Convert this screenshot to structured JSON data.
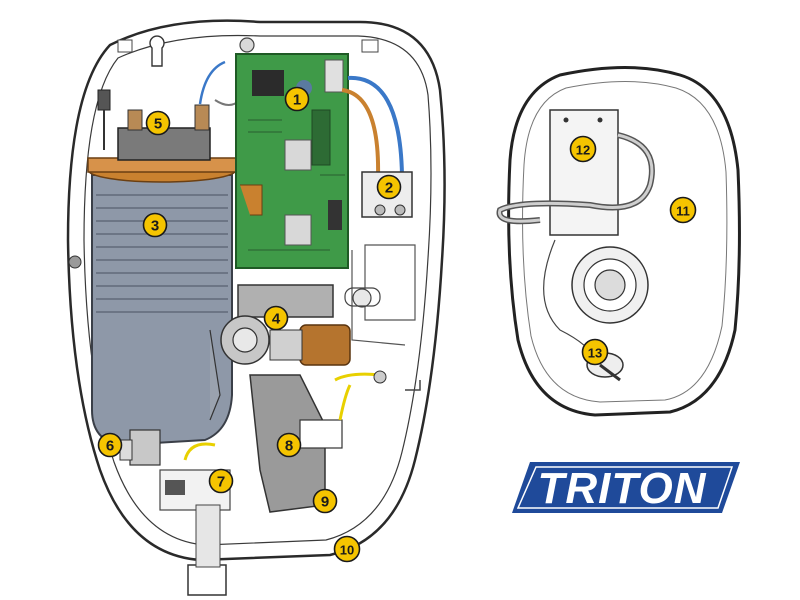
{
  "colors": {
    "callout_fill": "#f5c400",
    "callout_stroke": "#1a1a1a",
    "logo_blue": "#1f4a9a",
    "heater_body": "#8e98a8",
    "pcb_green": "#3f9a48",
    "copper": "#c9812f",
    "wire_blue": "#3a78c8",
    "wire_yellow": "#e8d000"
  },
  "callouts": [
    {
      "id": "c1",
      "label": "1"
    },
    {
      "id": "c2",
      "label": "2"
    },
    {
      "id": "c3",
      "label": "3"
    },
    {
      "id": "c4",
      "label": "4"
    },
    {
      "id": "c5",
      "label": "5"
    },
    {
      "id": "c6",
      "label": "6"
    },
    {
      "id": "c7",
      "label": "7"
    },
    {
      "id": "c8",
      "label": "8"
    },
    {
      "id": "c9",
      "label": "9"
    },
    {
      "id": "c10",
      "label": "10"
    },
    {
      "id": "c11",
      "label": "11"
    },
    {
      "id": "c12",
      "label": "12"
    },
    {
      "id": "c13",
      "label": "13"
    }
  ],
  "logo": {
    "text": "TRITON"
  }
}
